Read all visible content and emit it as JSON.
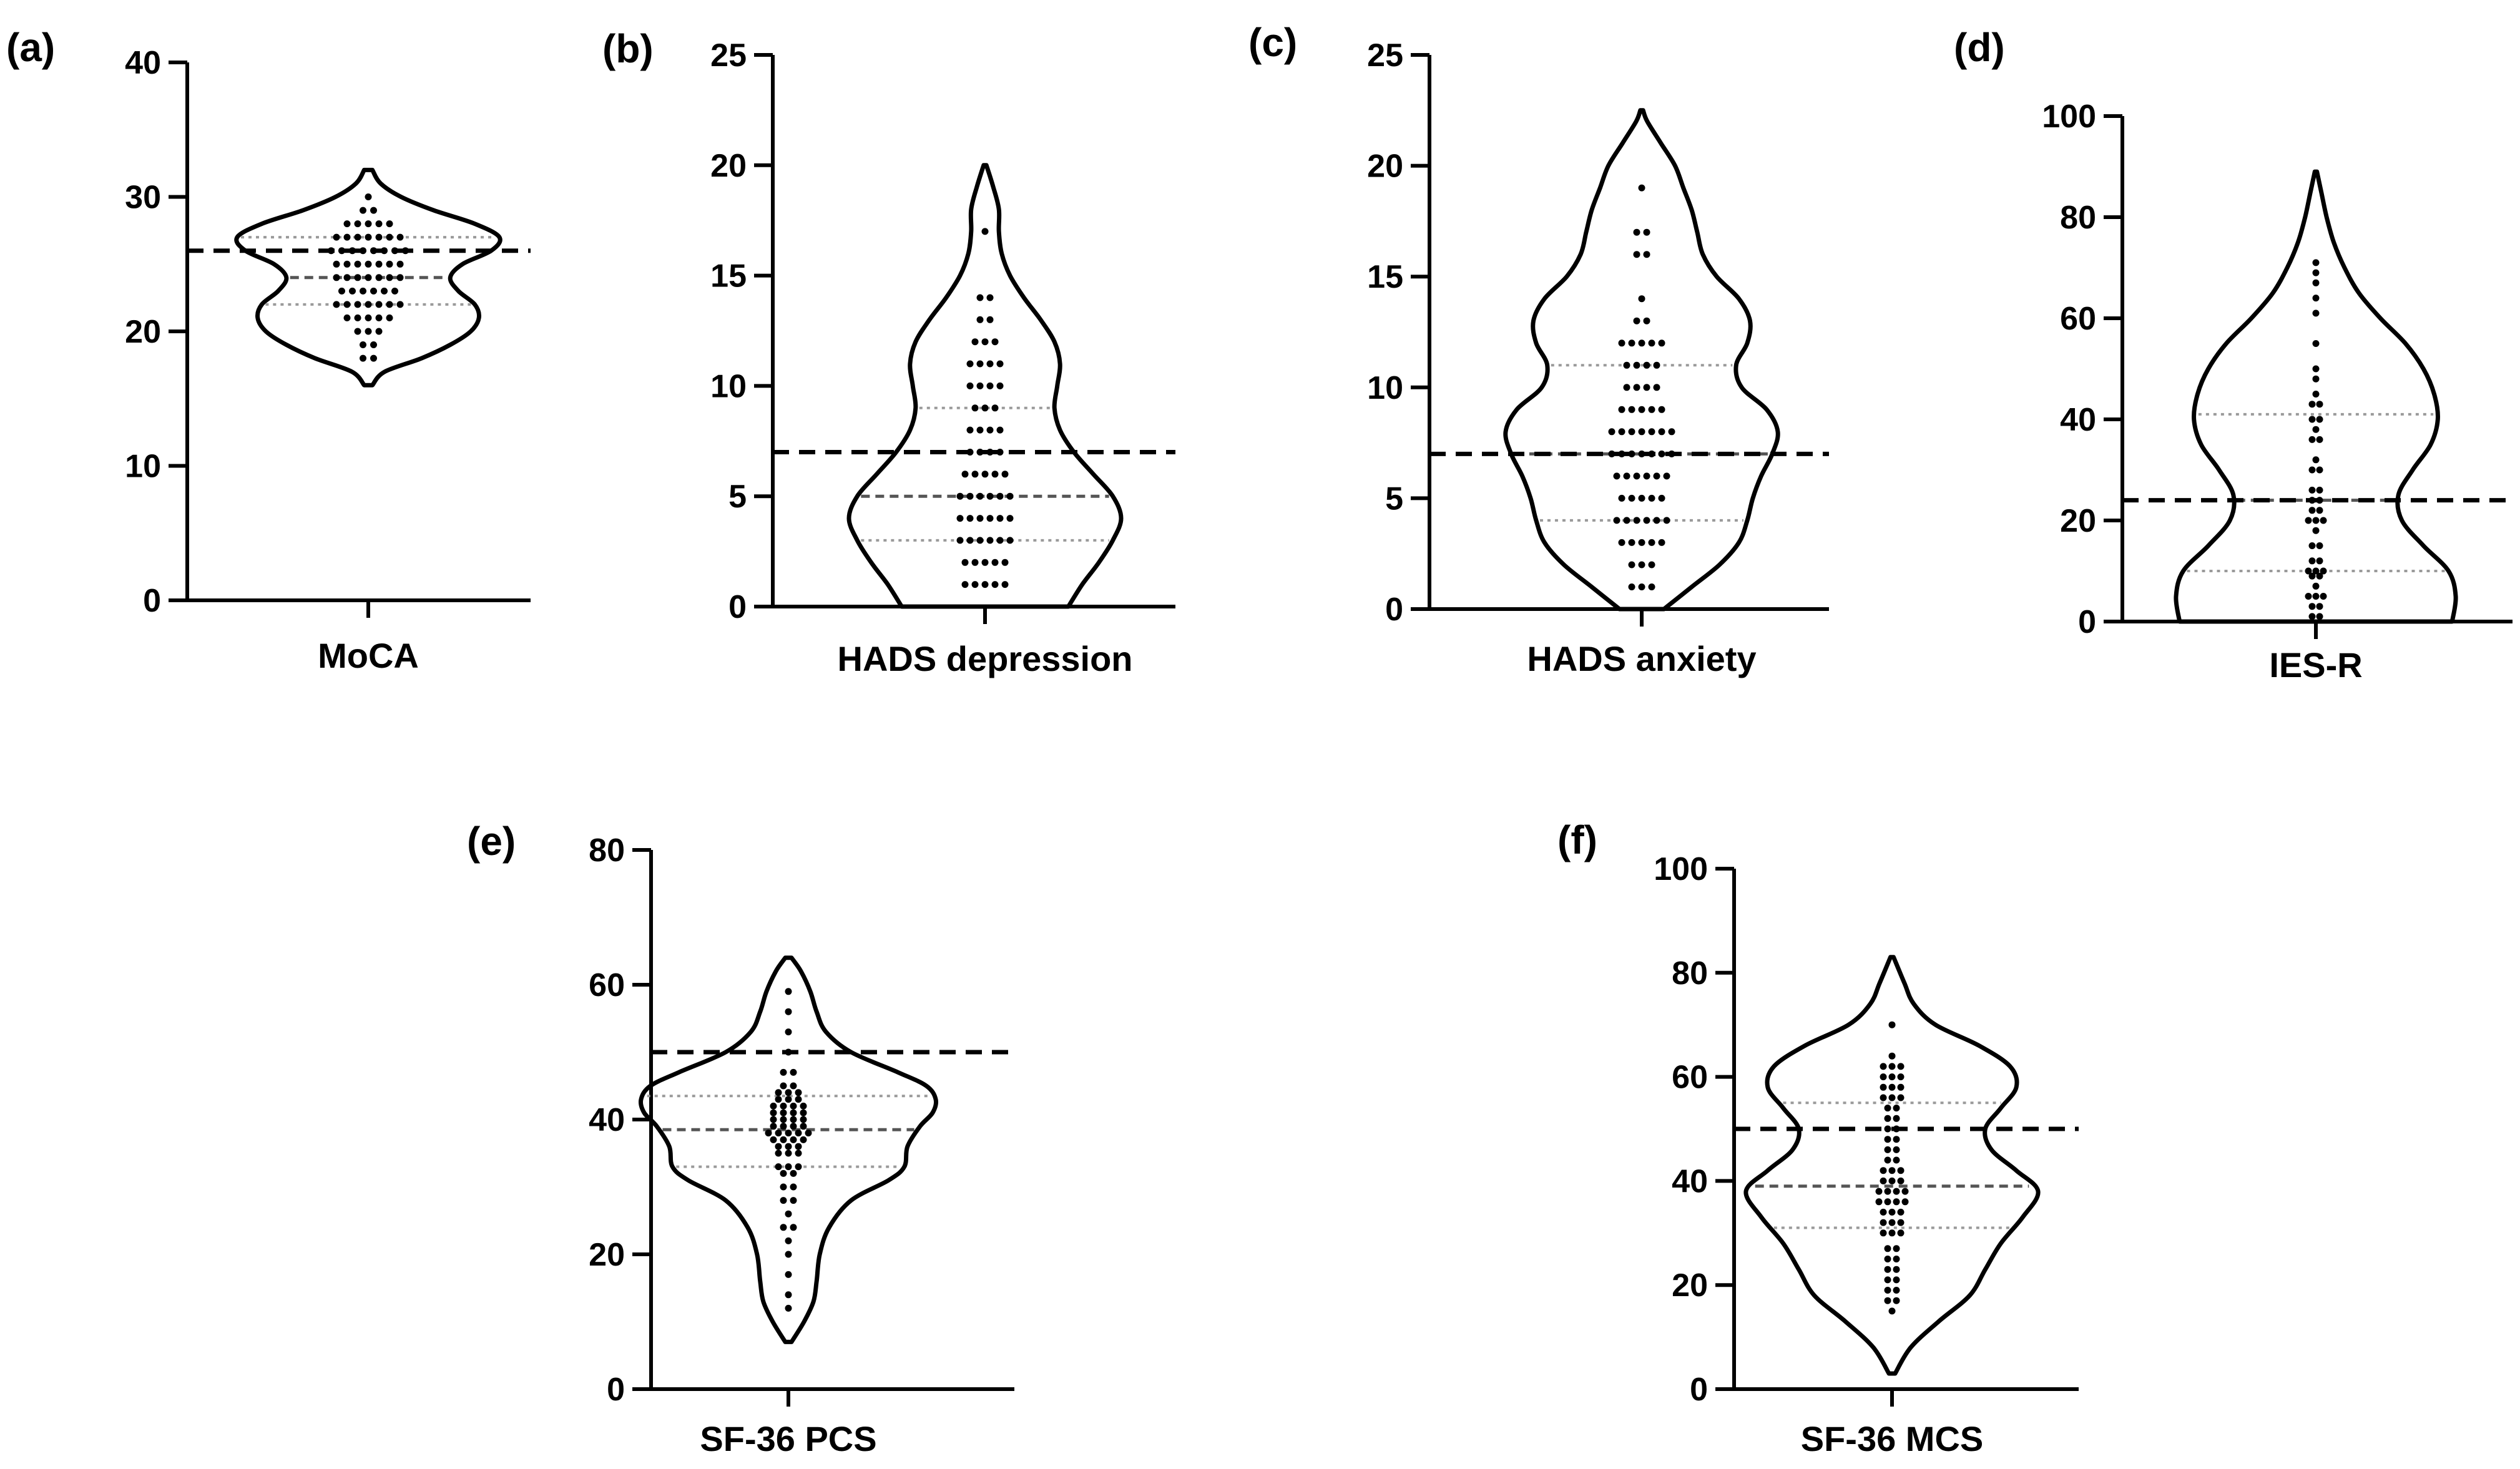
{
  "chart_data": [
    {
      "type": "violin",
      "panel": "(a)",
      "category": "MoCA",
      "ylim": [
        0,
        40
      ],
      "yticks": [
        0,
        10,
        20,
        30,
        40
      ],
      "reference_line": 26,
      "median": 24,
      "quartiles": [
        22,
        27
      ],
      "range": [
        16,
        32
      ],
      "density": [
        [
          16,
          0.1
        ],
        [
          17,
          0.4
        ],
        [
          18,
          1.3
        ],
        [
          19,
          2.0
        ],
        [
          20,
          2.5
        ],
        [
          21,
          2.7
        ],
        [
          22,
          2.6
        ],
        [
          23,
          2.2
        ],
        [
          24,
          2.0
        ],
        [
          25,
          2.3
        ],
        [
          26,
          3.0
        ],
        [
          27,
          3.2
        ],
        [
          28,
          2.6
        ],
        [
          29,
          1.6
        ],
        [
          30,
          0.8
        ],
        [
          31,
          0.3
        ],
        [
          32,
          0.1
        ]
      ],
      "points": [
        [
          18,
          2
        ],
        [
          19,
          2
        ],
        [
          20,
          3
        ],
        [
          21,
          5
        ],
        [
          22,
          7
        ],
        [
          23,
          6
        ],
        [
          24,
          7
        ],
        [
          25,
          7
        ],
        [
          26,
          8
        ],
        [
          27,
          7
        ],
        [
          28,
          5
        ],
        [
          29,
          2
        ],
        [
          30,
          1
        ]
      ]
    },
    {
      "type": "violin",
      "panel": "(b)",
      "category": "HADS depression",
      "ylim": [
        0,
        25
      ],
      "yticks": [
        0,
        5,
        10,
        15,
        20,
        25
      ],
      "reference_line": 7,
      "median": 5,
      "quartiles": [
        3,
        9
      ],
      "range": [
        0,
        20
      ],
      "density": [
        [
          0,
          3.0
        ],
        [
          1,
          3.5
        ],
        [
          2,
          4.1
        ],
        [
          3,
          4.6
        ],
        [
          4,
          4.9
        ],
        [
          5,
          4.6
        ],
        [
          6,
          3.9
        ],
        [
          7,
          3.2
        ],
        [
          8,
          2.7
        ],
        [
          9,
          2.5
        ],
        [
          10,
          2.6
        ],
        [
          11,
          2.7
        ],
        [
          12,
          2.5
        ],
        [
          13,
          2.0
        ],
        [
          14,
          1.4
        ],
        [
          15,
          0.9
        ],
        [
          16,
          0.6
        ],
        [
          17,
          0.5
        ],
        [
          18,
          0.5
        ],
        [
          19,
          0.3
        ],
        [
          20,
          0.05
        ]
      ],
      "points": [
        [
          1,
          5
        ],
        [
          2,
          5
        ],
        [
          3,
          6
        ],
        [
          4,
          6
        ],
        [
          5,
          6
        ],
        [
          6,
          5
        ],
        [
          7,
          4
        ],
        [
          8,
          4
        ],
        [
          9,
          3
        ],
        [
          10,
          4
        ],
        [
          11,
          4
        ],
        [
          12,
          3
        ],
        [
          13,
          2
        ],
        [
          14,
          2
        ],
        [
          17,
          1
        ]
      ]
    },
    {
      "type": "violin",
      "panel": "(c)",
      "category": "HADS anxiety",
      "ylim": [
        0,
        25
      ],
      "yticks": [
        0,
        5,
        10,
        15,
        20,
        25
      ],
      "reference_line": 7,
      "median": 7,
      "quartiles": [
        4,
        11
      ],
      "range": [
        0,
        22.5
      ],
      "density": [
        [
          0,
          0.8
        ],
        [
          1,
          1.8
        ],
        [
          2,
          2.8
        ],
        [
          3,
          3.5
        ],
        [
          4,
          3.8
        ],
        [
          5,
          4.0
        ],
        [
          6,
          4.3
        ],
        [
          7,
          4.7
        ],
        [
          8,
          4.9
        ],
        [
          9,
          4.5
        ],
        [
          10,
          3.6
        ],
        [
          11,
          3.4
        ],
        [
          12,
          3.8
        ],
        [
          13,
          3.9
        ],
        [
          14,
          3.5
        ],
        [
          15,
          2.7
        ],
        [
          16,
          2.2
        ],
        [
          17,
          2.0
        ],
        [
          18,
          1.8
        ],
        [
          19,
          1.5
        ],
        [
          20,
          1.2
        ],
        [
          21,
          0.7
        ],
        [
          22,
          0.2
        ],
        [
          22.5,
          0.05
        ]
      ],
      "points": [
        [
          1,
          3
        ],
        [
          2,
          3
        ],
        [
          3,
          5
        ],
        [
          4,
          6
        ],
        [
          5,
          5
        ],
        [
          6,
          6
        ],
        [
          7,
          7
        ],
        [
          8,
          7
        ],
        [
          9,
          5
        ],
        [
          10,
          4
        ],
        [
          11,
          4
        ],
        [
          12,
          5
        ],
        [
          13,
          2
        ],
        [
          14,
          1
        ],
        [
          16,
          2
        ],
        [
          17,
          2
        ],
        [
          19,
          1
        ]
      ]
    },
    {
      "type": "violin",
      "panel": "(d)",
      "category": "IES-R",
      "ylim": [
        0,
        100
      ],
      "yticks": [
        0,
        20,
        40,
        60,
        80,
        100
      ],
      "reference_line": 24,
      "median": 24,
      "quartiles": [
        10,
        41
      ],
      "range": [
        0,
        89
      ],
      "density": [
        [
          0,
          3.8
        ],
        [
          5,
          3.9
        ],
        [
          10,
          3.7
        ],
        [
          15,
          3.0
        ],
        [
          20,
          2.4
        ],
        [
          25,
          2.3
        ],
        [
          30,
          2.7
        ],
        [
          35,
          3.2
        ],
        [
          40,
          3.4
        ],
        [
          45,
          3.3
        ],
        [
          50,
          3.0
        ],
        [
          55,
          2.5
        ],
        [
          60,
          1.8
        ],
        [
          65,
          1.2
        ],
        [
          70,
          0.8
        ],
        [
          75,
          0.5
        ],
        [
          80,
          0.3
        ],
        [
          85,
          0.15
        ],
        [
          89,
          0.03
        ]
      ],
      "points": [
        [
          1,
          2
        ],
        [
          3,
          2
        ],
        [
          5,
          3
        ],
        [
          7,
          1
        ],
        [
          9,
          2
        ],
        [
          10,
          3
        ],
        [
          12,
          2
        ],
        [
          15,
          2
        ],
        [
          18,
          1
        ],
        [
          20,
          3
        ],
        [
          22,
          2
        ],
        [
          24,
          2
        ],
        [
          26,
          2
        ],
        [
          30,
          2
        ],
        [
          32,
          1
        ],
        [
          36,
          2
        ],
        [
          38,
          1
        ],
        [
          40,
          2
        ],
        [
          43,
          2
        ],
        [
          45,
          1
        ],
        [
          48,
          1
        ],
        [
          50,
          1
        ],
        [
          55,
          1
        ],
        [
          61,
          1
        ],
        [
          64,
          1
        ],
        [
          67,
          1
        ],
        [
          69,
          1
        ],
        [
          71,
          1
        ]
      ]
    },
    {
      "type": "violin",
      "panel": "(e)",
      "category": "SF-36 PCS",
      "ylim": [
        0,
        80
      ],
      "yticks": [
        0,
        20,
        40,
        60,
        80
      ],
      "reference_line": 50,
      "median": 38.5,
      "quartiles": [
        33,
        43.5
      ],
      "range": [
        7,
        64
      ],
      "density": [
        [
          7,
          0.1
        ],
        [
          10,
          0.5
        ],
        [
          13,
          0.8
        ],
        [
          16,
          0.9
        ],
        [
          20,
          1.0
        ],
        [
          24,
          1.3
        ],
        [
          28,
          2.0
        ],
        [
          31,
          3.2
        ],
        [
          33,
          3.7
        ],
        [
          36,
          3.8
        ],
        [
          39,
          4.2
        ],
        [
          41,
          4.6
        ],
        [
          43,
          4.7
        ],
        [
          45,
          4.4
        ],
        [
          47,
          3.5
        ],
        [
          50,
          2.0
        ],
        [
          53,
          1.2
        ],
        [
          56,
          0.9
        ],
        [
          59,
          0.7
        ],
        [
          62,
          0.4
        ],
        [
          64,
          0.1
        ]
      ],
      "points": [
        [
          12,
          1
        ],
        [
          14,
          1
        ],
        [
          17,
          1
        ],
        [
          20,
          1
        ],
        [
          22,
          1
        ],
        [
          24,
          2
        ],
        [
          26,
          1
        ],
        [
          28,
          2
        ],
        [
          30,
          2
        ],
        [
          32,
          2
        ],
        [
          33,
          3
        ],
        [
          35,
          3
        ],
        [
          36,
          3
        ],
        [
          37,
          4
        ],
        [
          38,
          5
        ],
        [
          39,
          4
        ],
        [
          40,
          4
        ],
        [
          41,
          4
        ],
        [
          42,
          4
        ],
        [
          43,
          3
        ],
        [
          44,
          3
        ],
        [
          45,
          2
        ],
        [
          47,
          2
        ],
        [
          50,
          1
        ],
        [
          53,
          1
        ],
        [
          56,
          1
        ],
        [
          59,
          1
        ]
      ]
    },
    {
      "type": "violin",
      "panel": "(f)",
      "category": "SF-36 MCS",
      "ylim": [
        0,
        100
      ],
      "yticks": [
        0,
        20,
        40,
        60,
        80,
        100
      ],
      "reference_line": 50,
      "median": 39,
      "quartiles": [
        31,
        55
      ],
      "range": [
        3,
        83
      ],
      "density": [
        [
          3,
          0.1
        ],
        [
          8,
          0.6
        ],
        [
          13,
          1.5
        ],
        [
          18,
          2.5
        ],
        [
          23,
          3.0
        ],
        [
          28,
          3.5
        ],
        [
          33,
          4.2
        ],
        [
          38,
          4.7
        ],
        [
          42,
          4.0
        ],
        [
          46,
          3.2
        ],
        [
          50,
          3.0
        ],
        [
          54,
          3.5
        ],
        [
          58,
          4.0
        ],
        [
          62,
          3.8
        ],
        [
          66,
          2.8
        ],
        [
          70,
          1.4
        ],
        [
          74,
          0.7
        ],
        [
          78,
          0.4
        ],
        [
          83,
          0.05
        ]
      ],
      "points": [
        [
          15,
          1
        ],
        [
          17,
          2
        ],
        [
          19,
          2
        ],
        [
          21,
          2
        ],
        [
          23,
          2
        ],
        [
          25,
          2
        ],
        [
          27,
          2
        ],
        [
          30,
          3
        ],
        [
          32,
          3
        ],
        [
          34,
          3
        ],
        [
          36,
          4
        ],
        [
          38,
          4
        ],
        [
          40,
          3
        ],
        [
          42,
          3
        ],
        [
          44,
          2
        ],
        [
          46,
          2
        ],
        [
          48,
          2
        ],
        [
          50,
          2
        ],
        [
          52,
          2
        ],
        [
          54,
          2
        ],
        [
          56,
          3
        ],
        [
          58,
          3
        ],
        [
          60,
          3
        ],
        [
          62,
          3
        ],
        [
          64,
          1
        ],
        [
          70,
          1
        ]
      ]
    }
  ]
}
